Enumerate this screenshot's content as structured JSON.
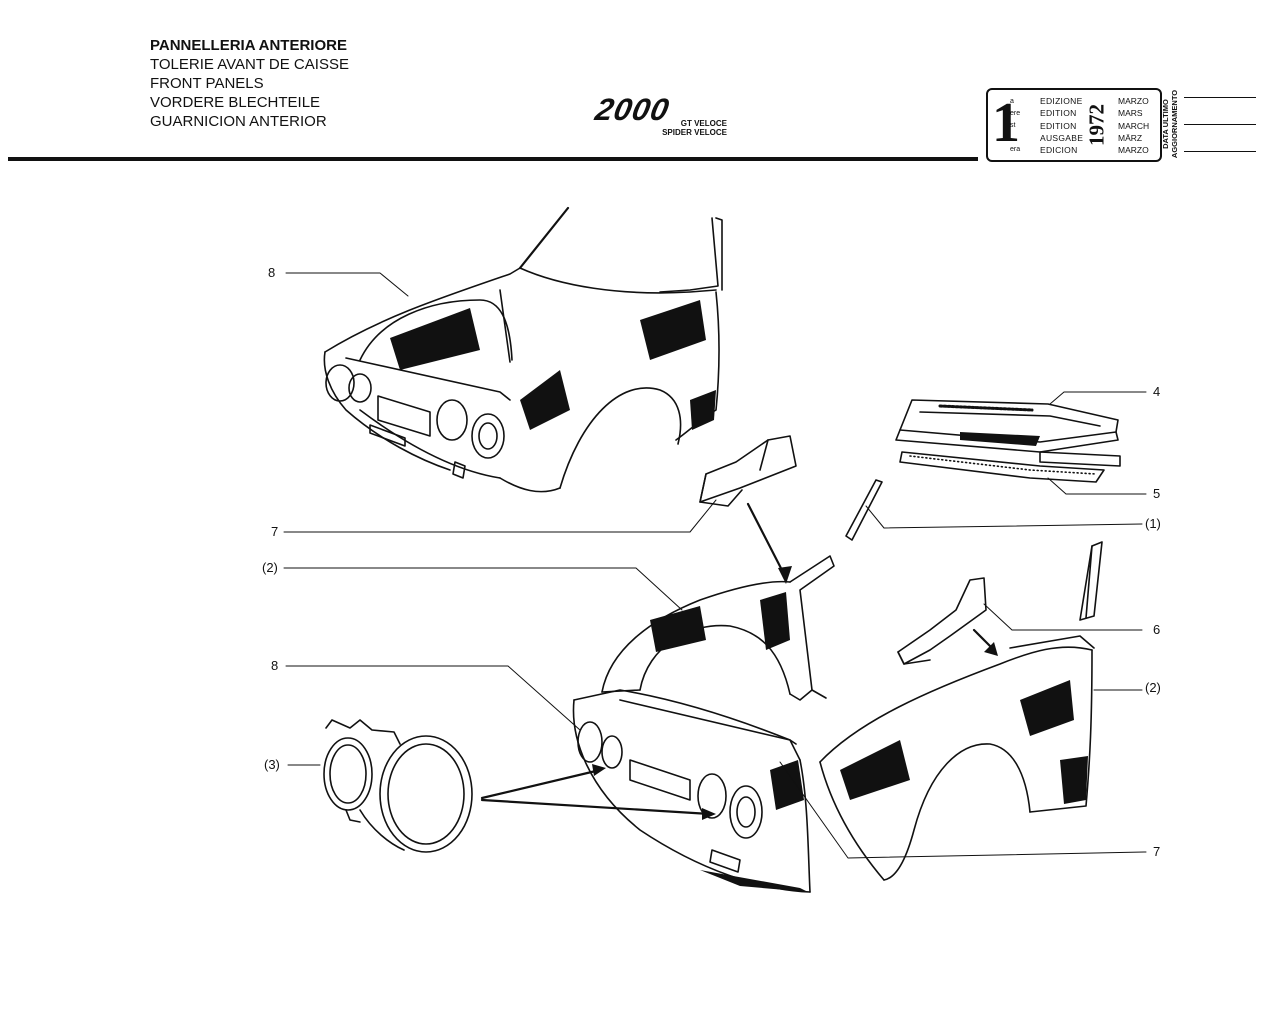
{
  "title": {
    "lines": [
      "PANNELLERIA ANTERIORE",
      "TOLERIE AVANT DE CAISSE",
      "FRONT PANELS",
      "VORDERE BLECHTEILE",
      "GUARNICION ANTERIOR"
    ]
  },
  "model": {
    "logo": "2000",
    "variants": [
      "GT VELOCE",
      "SPIDER VELOCE"
    ]
  },
  "edition": {
    "number": "1",
    "ordinal_suffixes": [
      "a",
      "ere",
      "st",
      ".",
      "era"
    ],
    "words": [
      "EDIZIONE",
      "EDITION",
      "EDITION",
      "AUSGABE",
      "EDICION"
    ],
    "year": "1972",
    "months": [
      "MARZO",
      "MARS",
      "MARCH",
      "MÄRZ",
      "MARZO"
    ]
  },
  "update": {
    "label_line1": "DATA ULTIMO",
    "label_line2": "AGGIORNAMENTO"
  },
  "callouts": {
    "c8_top": "8",
    "c4": "4",
    "c5": "5",
    "c7_left": "7",
    "c1": "(1)",
    "c2_left": "(2)",
    "c6": "6",
    "c2_right": "(2)",
    "c8_bottom": "8",
    "c3": "(3)",
    "c7_bottom": "7"
  },
  "colors": {
    "ink": "#111111",
    "paper": "#ffffff"
  }
}
